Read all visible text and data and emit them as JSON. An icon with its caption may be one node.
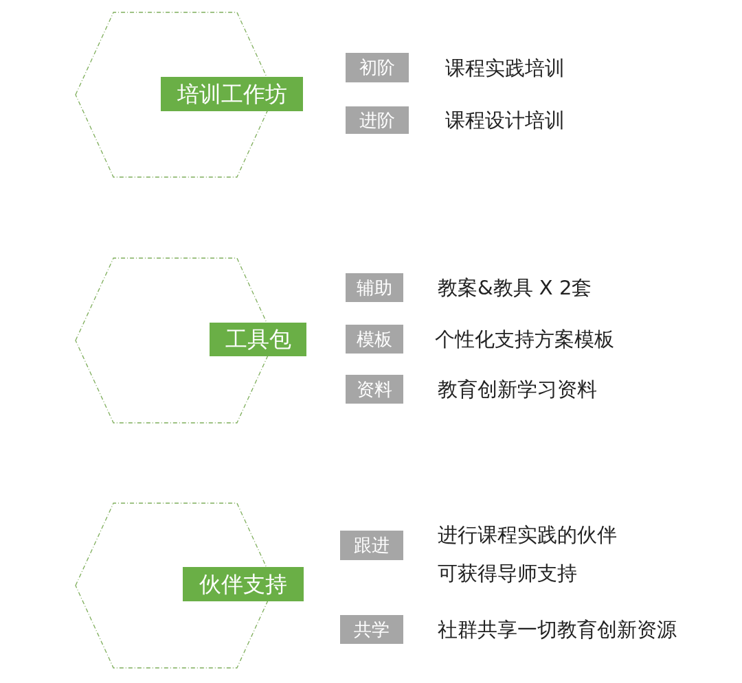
{
  "diagram": {
    "nodes": [
      {
        "text": [],
        "shape": "hexagon"
      },
      {
        "text": [
          "培训工作坊"
        ]
      },
      {
        "text": [
          "初阶"
        ],
        "beside": [
          "课程实践培训"
        ]
      },
      {
        "text": [
          "进阶"
        ],
        "beside": [
          "课程设计培训"
        ]
      },
      {
        "text": [],
        "shape": "hexagon"
      },
      {
        "text": [
          "工具包"
        ]
      },
      {
        "text": [
          "辅助"
        ],
        "beside": [
          "教案&教具 X 2套"
        ]
      },
      {
        "text": [
          "模板"
        ],
        "beside": [
          "个性化支持方案模板"
        ]
      },
      {
        "text": [
          "资料"
        ],
        "beside": [
          "教育创新学习资料"
        ]
      },
      {
        "text": [],
        "shape": "hexagon"
      },
      {
        "text": [
          "伙伴支持"
        ]
      },
      {
        "text": [
          "跟进"
        ],
        "beside": [
          "进行课程实践的伙伴可获得导师支持"
        ]
      },
      {
        "text": [
          "共学"
        ],
        "beside": [
          "社群共享一切教育创新资源"
        ]
      }
    ]
  }
}
